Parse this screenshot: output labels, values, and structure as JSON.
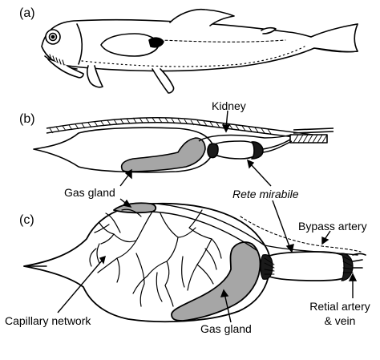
{
  "panels": {
    "a": "(a)",
    "b": "(b)",
    "c": "(c)"
  },
  "labels": {
    "kidney": "Kidney",
    "gas_gland_b": "Gas gland",
    "rete_mirabile": "Rete mirabile",
    "bypass_artery": "Bypass artery",
    "capillary_network": "Capillary network",
    "gas_gland_c": "Gas gland",
    "retial_artery_line1": "Retial artery",
    "retial_artery_line2": "& vein"
  },
  "colors": {
    "gland_fill": "#a6a6a6",
    "rete_fill": "#1a1a1a",
    "outline": "#000000",
    "background": "#ffffff"
  }
}
